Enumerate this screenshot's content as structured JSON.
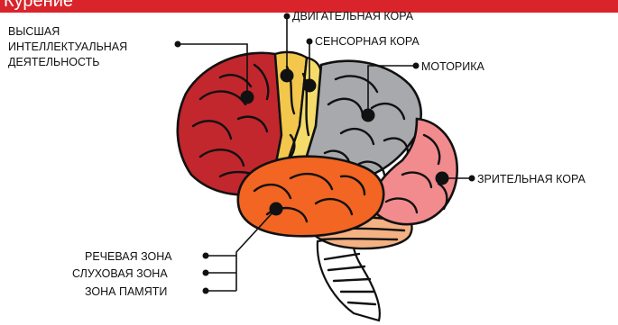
{
  "banner": {
    "text": "Курение",
    "color": "#d9242b"
  },
  "labels": {
    "higher": [
      "ВЫСШАЯ",
      "ИНТЕЛЛЕКТУАЛЬНАЯ",
      "ДЕЯТЕЛЬНОСТЬ"
    ],
    "motor_cortex": "ДВИГАТЕЛЬНАЯ КОРА",
    "sensory_cortex": "СЕНСОРНАЯ КОРА",
    "motorics": "МОТОРИКА",
    "visual_cortex": "ЗРИТЕЛЬНАЯ КОРА",
    "speech_zone": "РЕЧЕВАЯ ЗОНА",
    "auditory_zone": "СЛУХОВАЯ ЗОНА",
    "memory_zone": "ЗОНА ПАМЯТИ"
  },
  "colors": {
    "frontal": "#c1272d",
    "motor": "#f3c74b",
    "sensory": "#f5dc6a",
    "parietal": "#a7a9ac",
    "occipital": "#f28b8e",
    "temporal": "#f26522",
    "cerebellum": "#f4b183",
    "brainstem": "#ffffff",
    "outline": "#111111"
  }
}
